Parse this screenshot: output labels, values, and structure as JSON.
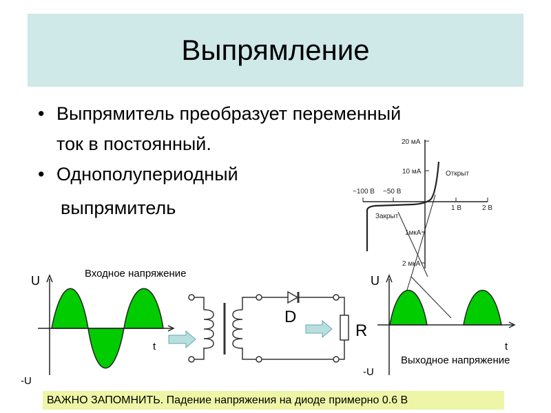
{
  "title": "Выпрямление",
  "bullets": [
    "Выпрямитель преобразует переменный",
    "ток в постоянный.",
    "Однополупериодный",
    "выпрямитель"
  ],
  "iv_chart": {
    "y_labels": [
      "20 мА",
      "10 мА",
      "1мкА",
      "2 мкА"
    ],
    "x_labels": [
      "−100 В",
      "−50 В",
      "1 В",
      "2 В"
    ],
    "open_label": "Открыт",
    "closed_label": "Закрыт"
  },
  "input_plot": {
    "y_label": "U",
    "neg_label": "-U",
    "t_label": "t",
    "caption": "Входное напряжение"
  },
  "output_plot": {
    "y_label": "U",
    "neg_label": "-U",
    "t_label": "t",
    "caption": "Выходное напряжение"
  },
  "circuit": {
    "diode_label": "D",
    "resistor_label": "R"
  },
  "note": "ВАЖНО ЗАПОМНИТЬ. Падение напряжения на диоде примерно 0.6 В",
  "colors": {
    "title_band": "#cfe8e8",
    "wave_fill": "#00cc00",
    "arrow_fill": "#b8dfe0",
    "note_bg": "#eef5a6"
  }
}
